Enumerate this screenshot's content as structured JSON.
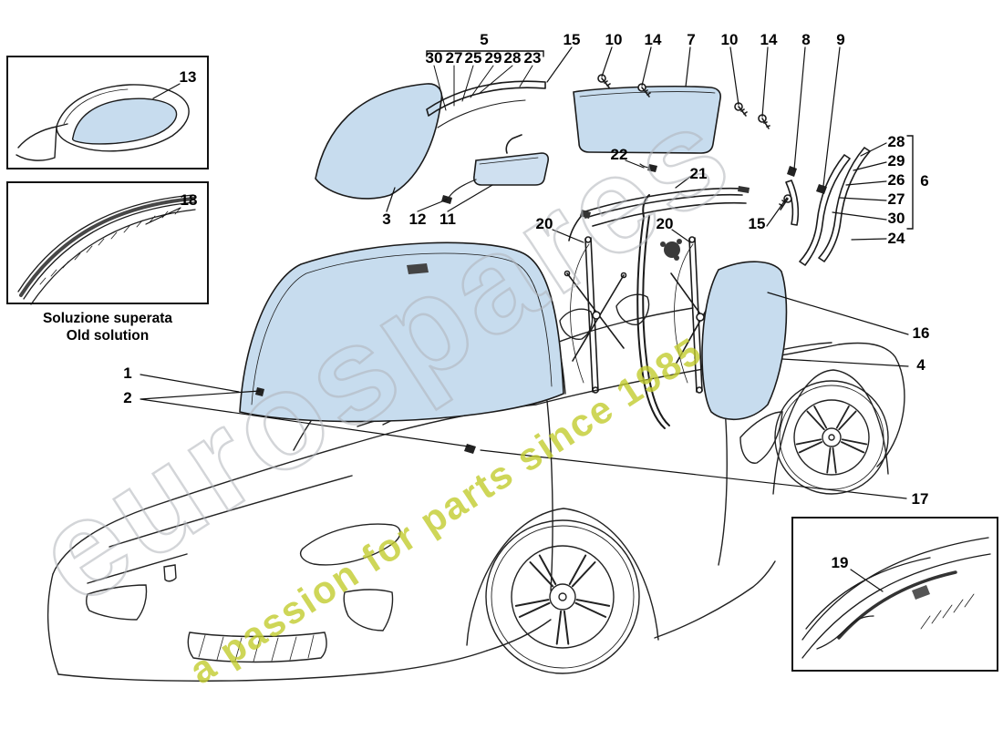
{
  "diagram": {
    "background": "#ffffff",
    "glass_color": "#c7dcee",
    "line_color": "#1e1e1e"
  },
  "watermark": {
    "brand": "eurospares",
    "tagline": "a passion for parts since 1985",
    "brand_color": "#b0b4ba",
    "tagline_color": "#c3cc2f"
  },
  "insets": {
    "old_solution": {
      "caption_it": "Soluzione superata",
      "caption_en": "Old solution"
    }
  },
  "callouts": [
    {
      "label": "5"
    },
    {
      "label": "30"
    },
    {
      "label": "27"
    },
    {
      "label": "25"
    },
    {
      "label": "29"
    },
    {
      "label": "28"
    },
    {
      "label": "23"
    },
    {
      "label": "15"
    },
    {
      "label": "10"
    },
    {
      "label": "14"
    },
    {
      "label": "7"
    },
    {
      "label": "10"
    },
    {
      "label": "14"
    },
    {
      "label": "8"
    },
    {
      "label": "9"
    },
    {
      "label": "13"
    },
    {
      "label": "18"
    },
    {
      "label": "28"
    },
    {
      "label": "29"
    },
    {
      "label": "26"
    },
    {
      "label": "27"
    },
    {
      "label": "30"
    },
    {
      "label": "6"
    },
    {
      "label": "24"
    },
    {
      "label": "15"
    },
    {
      "label": "22"
    },
    {
      "label": "21"
    },
    {
      "label": "3"
    },
    {
      "label": "12"
    },
    {
      "label": "11"
    },
    {
      "label": "20"
    },
    {
      "label": "20"
    },
    {
      "label": "16"
    },
    {
      "label": "4"
    },
    {
      "label": "1"
    },
    {
      "label": "2"
    },
    {
      "label": "17"
    },
    {
      "label": "19"
    }
  ]
}
